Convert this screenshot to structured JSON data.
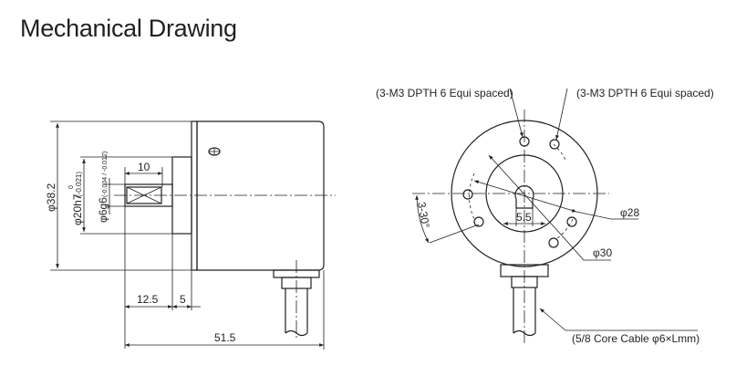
{
  "title": "Mechanical Drawing",
  "side_view": {
    "dim_body_diameter": "φ38.2",
    "dim_hub_diameter": "φ20h7",
    "dim_hub_tolerance_upper": "0",
    "dim_hub_tolerance_lower": "(-0.021)",
    "dim_shaft_diameter": "φ6g6",
    "dim_shaft_tolerance": "(-0.004 / -0.012)",
    "dim_shaft_length": "10",
    "dim_shaft_offset": "12.5",
    "dim_hub_length": "5",
    "dim_total_length": "51.5"
  },
  "front_view": {
    "hole_label_left": "(3-M3 DPTH 6 Equi spaced)",
    "hole_label_right": "(3-M3 DPTH 6 Equi spaced)",
    "dim_angle": "3-30°",
    "dim_flat": "5.5",
    "dim_pcd_inner": "φ28",
    "dim_pcd_outer": "φ30",
    "cable_label": "(5/8 Core Cable φ6×Lmm)"
  }
}
